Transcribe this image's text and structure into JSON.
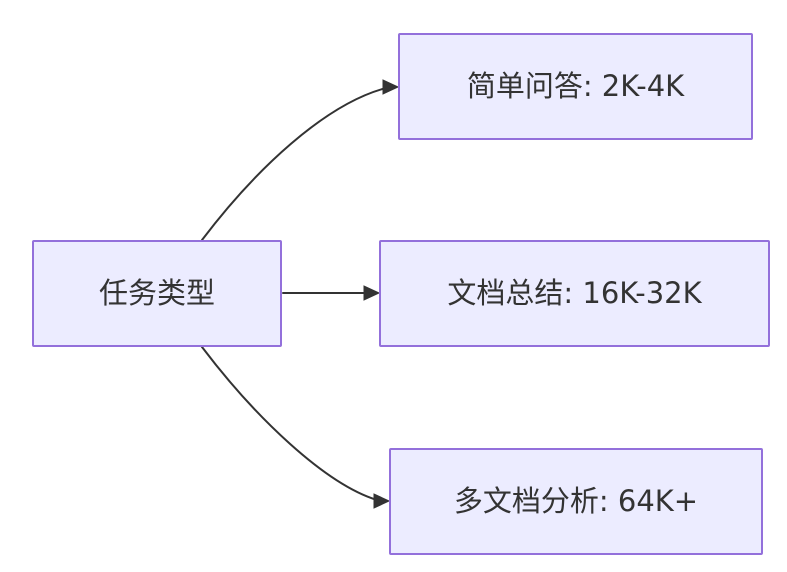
{
  "diagram": {
    "type": "flowchart",
    "direction": "left-to-right",
    "root": {
      "id": "task-type",
      "label": "任务类型"
    },
    "branches": [
      {
        "id": "simple-qa",
        "label": "简单问答: 2K-4K"
      },
      {
        "id": "doc-summary",
        "label": "文档总结: 16K-32K"
      },
      {
        "id": "multi-doc",
        "label": "多文档分析: 64K+"
      }
    ],
    "edges": [
      {
        "from": "task-type",
        "to": "simple-qa"
      },
      {
        "from": "task-type",
        "to": "doc-summary"
      },
      {
        "from": "task-type",
        "to": "multi-doc"
      }
    ]
  },
  "colors": {
    "background": "#FFFFFF",
    "node_fill": "#ECECFF",
    "node_border": "#9370DB",
    "edge": "#333333",
    "text": "#333333"
  }
}
